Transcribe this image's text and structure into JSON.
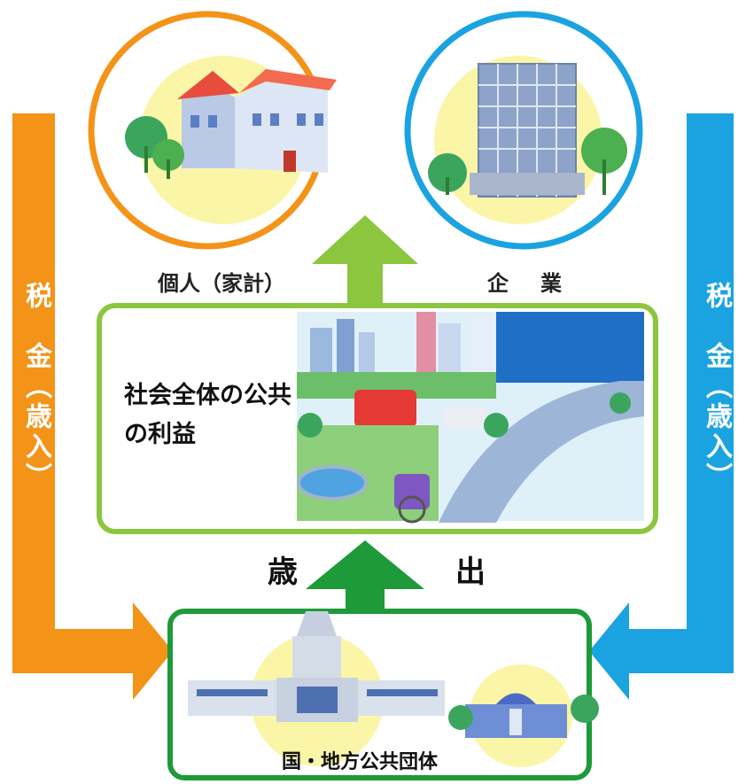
{
  "labels": {
    "household": "個人（家計）",
    "company": "企　業",
    "public_benefit": "社会全体の公共の利益",
    "expenditure_left": "歳",
    "expenditure_right": "出",
    "government": "国・地方公共団体",
    "tax_left": "税　金（歳入）",
    "tax_right": "税　金（歳入）"
  },
  "colors": {
    "orange": "#F39318",
    "blue": "#1AA3E0",
    "light_green": "#8CC63F",
    "dark_green": "#1E9A3A",
    "pale_yellow": "#FBF5A8"
  }
}
